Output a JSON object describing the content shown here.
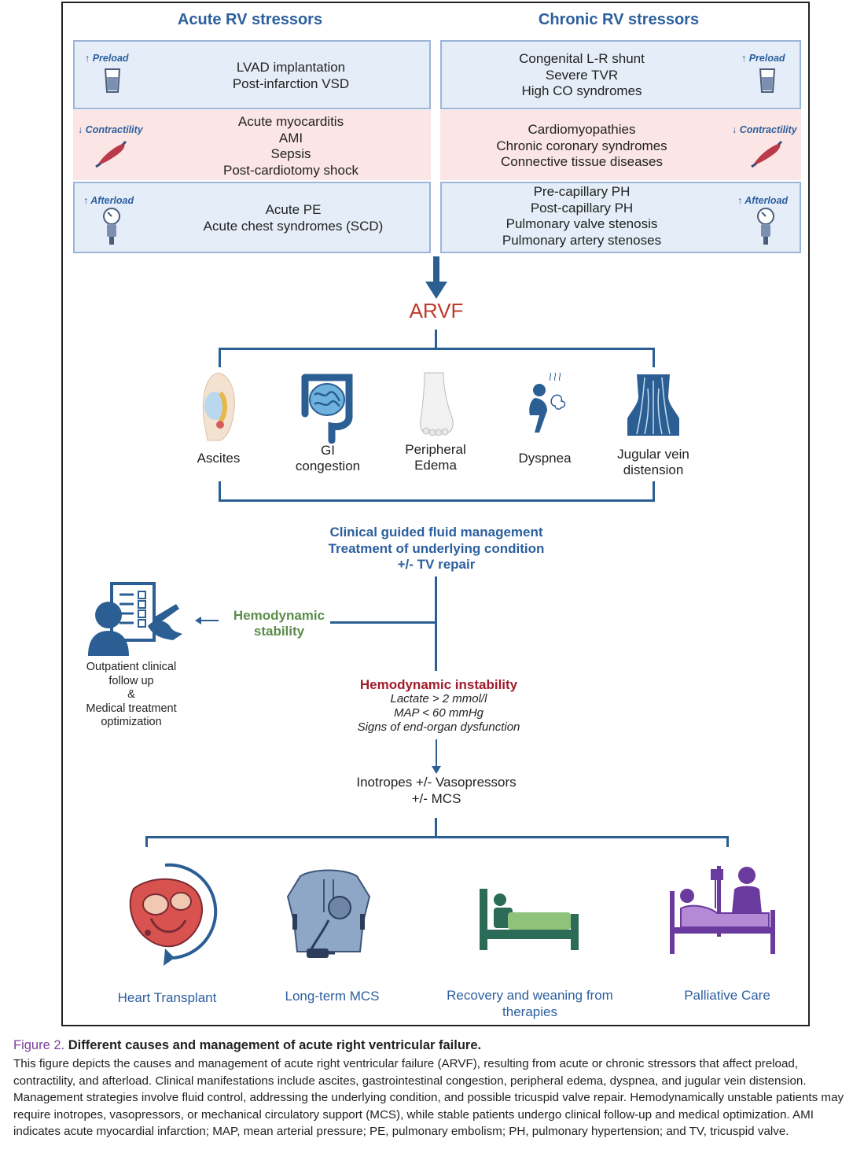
{
  "headers": {
    "acute": "Acute RV stressors",
    "chronic": "Chronic RV stressors"
  },
  "labels": {
    "preload": "↑ Preload",
    "contractility": "↓ Contractility",
    "afterload": "↑ Afterload"
  },
  "acute": {
    "preload": [
      "LVAD implantation",
      "Post-infarction VSD"
    ],
    "contractility": [
      "Acute myocarditis",
      "AMI",
      "Sepsis",
      "Post-cardiotomy shock"
    ],
    "afterload": [
      "Acute PE",
      "Acute chest syndromes (SCD)"
    ]
  },
  "chronic": {
    "preload": [
      "Congenital L-R shunt",
      "Severe TVR",
      "High CO syndromes"
    ],
    "contractility": [
      "Cardiomyopathies",
      "Chronic coronary syndromes",
      "Connective tissue diseases"
    ],
    "afterload": [
      "Pre-capillary PH",
      "Post-capillary PH",
      "Pulmonary valve stenosis",
      "Pulmonary artery stenoses"
    ]
  },
  "arvf": "ARVF",
  "manifestations": [
    [
      "Ascites"
    ],
    [
      "GI",
      "congestion"
    ],
    [
      "Peripheral",
      "Edema"
    ],
    [
      "Dyspnea"
    ],
    [
      "Jugular vein",
      "distension"
    ]
  ],
  "management": [
    "Clinical guided fluid management",
    "Treatment of underlying condition",
    "+/- TV repair"
  ],
  "stability": {
    "line1": "Hemodynamic",
    "line2": "stability"
  },
  "outpatient": [
    "Outpatient clinical",
    "follow up",
    "&",
    "Medical treatment",
    "optimization"
  ],
  "instability": {
    "title": "Hemodynamic instability",
    "criteria": [
      "Lactate > 2 mmol/l",
      "MAP < 60 mmHg",
      "Signs of end-organ dysfunction"
    ]
  },
  "inotropes": [
    "Inotropes +/- Vasopressors",
    "+/- MCS"
  ],
  "outcomes": [
    [
      "Heart Transplant"
    ],
    [
      "Long-term MCS"
    ],
    [
      "Recovery and weaning from",
      "therapies"
    ],
    [
      "Palliative Care"
    ]
  ],
  "caption": {
    "figure": "Figure 2.",
    "title": "Different causes and management of acute right ventricular failure.",
    "text": "This figure depicts the causes and management of acute right ventricular failure (ARVF), resulting from acute or chronic stressors that affect preload, contractility, and afterload. Clinical manifestations include ascites, gastrointestinal congestion, peripheral edema, dyspnea, and jugular vein distension. Management strategies involve fluid control, addressing the underlying condition, and possible tricuspid valve repair. Hemodynamically unstable patients may require inotropes, vasopressors, or mechanical circulatory support (MCS), while stable patients undergo clinical follow-up and medical optimization. AMI indicates acute myocardial infarction; MAP, mean arterial pressure; PE, pulmonary embolism; PH, pulmonary hypertension; and TV, tricuspid valve."
  },
  "colors": {
    "blue": "#2c5f9e",
    "red": "#c0392b",
    "green": "#5b8c4a",
    "purple": "#7b3f9e",
    "darkred": "#a01c2c"
  }
}
